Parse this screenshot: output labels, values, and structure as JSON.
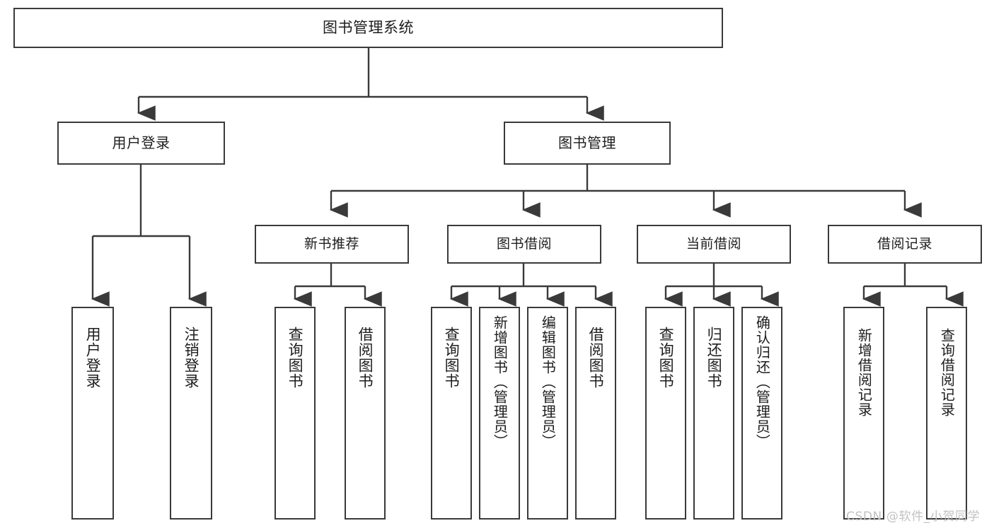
{
  "diagram": {
    "title": "图书管理系统",
    "type": "tree-hierarchy",
    "watermark": "CSDN @软件_小贺同学",
    "colors": {
      "stroke": "#3a3a3a",
      "fill": "#ffffff",
      "text": "#1d1d1d",
      "watermark": "#c2c2c2"
    },
    "root": {
      "label": "图书管理系统"
    },
    "level2": [
      {
        "label": "用户登录"
      },
      {
        "label": "图书管理"
      }
    ],
    "level3": [
      {
        "label": "新书推荐"
      },
      {
        "label": "图书借阅"
      },
      {
        "label": "当前借阅"
      },
      {
        "label": "借阅记录"
      }
    ],
    "leaves": {
      "user_login": [
        {
          "label": "用户登录"
        },
        {
          "label": "注销登录"
        }
      ],
      "new_book": [
        {
          "label": "查询图书"
        },
        {
          "label": "借阅图书"
        }
      ],
      "book_borrow": [
        {
          "label": "查询图书"
        },
        {
          "label": "新增图书（管理员）"
        },
        {
          "label": "编辑图书（管理员）"
        },
        {
          "label": "借阅图书"
        }
      ],
      "current_borrow": [
        {
          "label": "查询图书"
        },
        {
          "label": "归还图书"
        },
        {
          "label": "确认归还（管理员）"
        }
      ],
      "borrow_record": [
        {
          "label": "新增借阅记录"
        },
        {
          "label": "查询借阅记录"
        }
      ]
    }
  }
}
